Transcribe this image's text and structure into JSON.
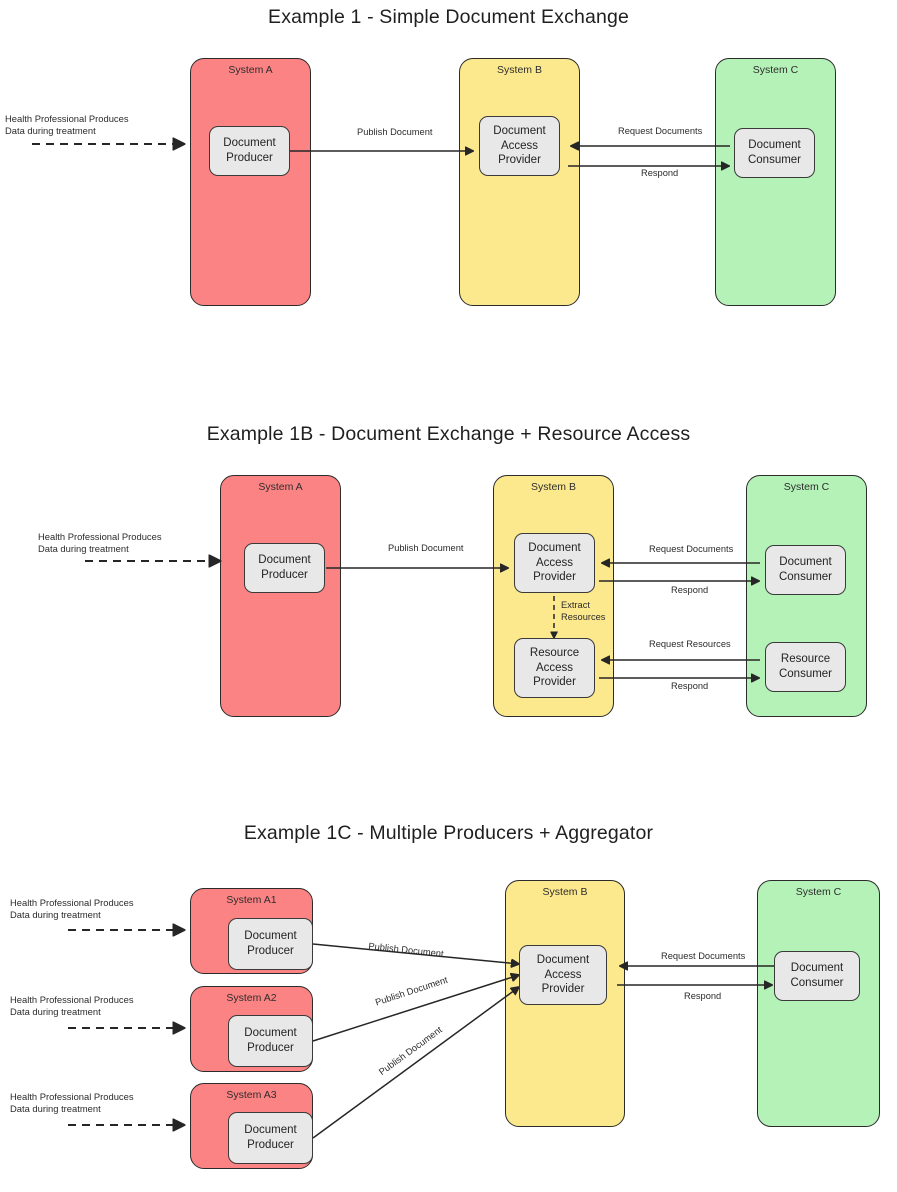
{
  "colors": {
    "system_a": "#FC8383",
    "system_b": "#FCE98E",
    "system_c": "#B5F2B8",
    "node_fill": "#E8E8E8",
    "stroke": "#262626",
    "text": "#232323",
    "background": "#FFFFFF"
  },
  "common": {
    "health_note": "Health Professional Produces\nData during treatment",
    "publish_document": "Publish Document",
    "request_documents": "Request Documents",
    "request_resources": "Request Resources",
    "respond": "Respond",
    "extract_resources": "Extract\nResources",
    "document_producer": "Document\nProducer",
    "document_access_provider": "Document\nAccess\nProvider",
    "resource_access_provider": "Resource\nAccess\nProvider",
    "document_consumer": "Document\nConsumer",
    "resource_consumer": "Resource\nConsumer"
  },
  "example1": {
    "title": "Example 1 - Simple Document Exchange",
    "system_a_label": "System A",
    "system_b_label": "System B",
    "system_c_label": "System C",
    "note": "Health Professional Produces\nData during treatment",
    "node_producer": "Document\nProducer",
    "node_provider": "Document\nAccess\nProvider",
    "node_consumer": "Document\nConsumer",
    "label_publish": "Publish Document",
    "label_request": "Request Documents",
    "label_respond": "Respond"
  },
  "example1b": {
    "title": "Example 1B - Document Exchange + Resource Access",
    "system_a_label": "System A",
    "system_b_label": "System B",
    "system_c_label": "System C",
    "note": "Health Professional Produces\nData during treatment",
    "node_producer": "Document\nProducer",
    "node_doc_provider": "Document\nAccess\nProvider",
    "node_res_provider": "Resource\nAccess\nProvider",
    "node_doc_consumer": "Document\nConsumer",
    "node_res_consumer": "Resource\nConsumer",
    "label_publish": "Publish Document",
    "label_request_documents": "Request Documents",
    "label_respond_documents": "Respond",
    "label_extract": "Extract\nResources",
    "label_request_resources": "Request Resources",
    "label_respond_resources": "Respond"
  },
  "example1c": {
    "title": "Example 1C - Multiple Producers + Aggregator",
    "system_a1_label": "System A1",
    "system_a2_label": "System A2",
    "system_a3_label": "System A3",
    "system_b_label": "System B",
    "system_c_label": "System C",
    "note1": "Health Professional Produces\nData during treatment",
    "note2": "Health Professional Produces\nData during treatment",
    "note3": "Health Professional Produces\nData during treatment",
    "node_producer1": "Document\nProducer",
    "node_producer2": "Document\nProducer",
    "node_producer3": "Document\nProducer",
    "node_provider": "Document\nAccess\nProvider",
    "node_consumer": "Document\nConsumer",
    "label_publish1": "Publish Document",
    "label_publish2": "Publish Document",
    "label_publish3": "Publish Document",
    "label_request": "Request Documents",
    "label_respond": "Respond"
  }
}
